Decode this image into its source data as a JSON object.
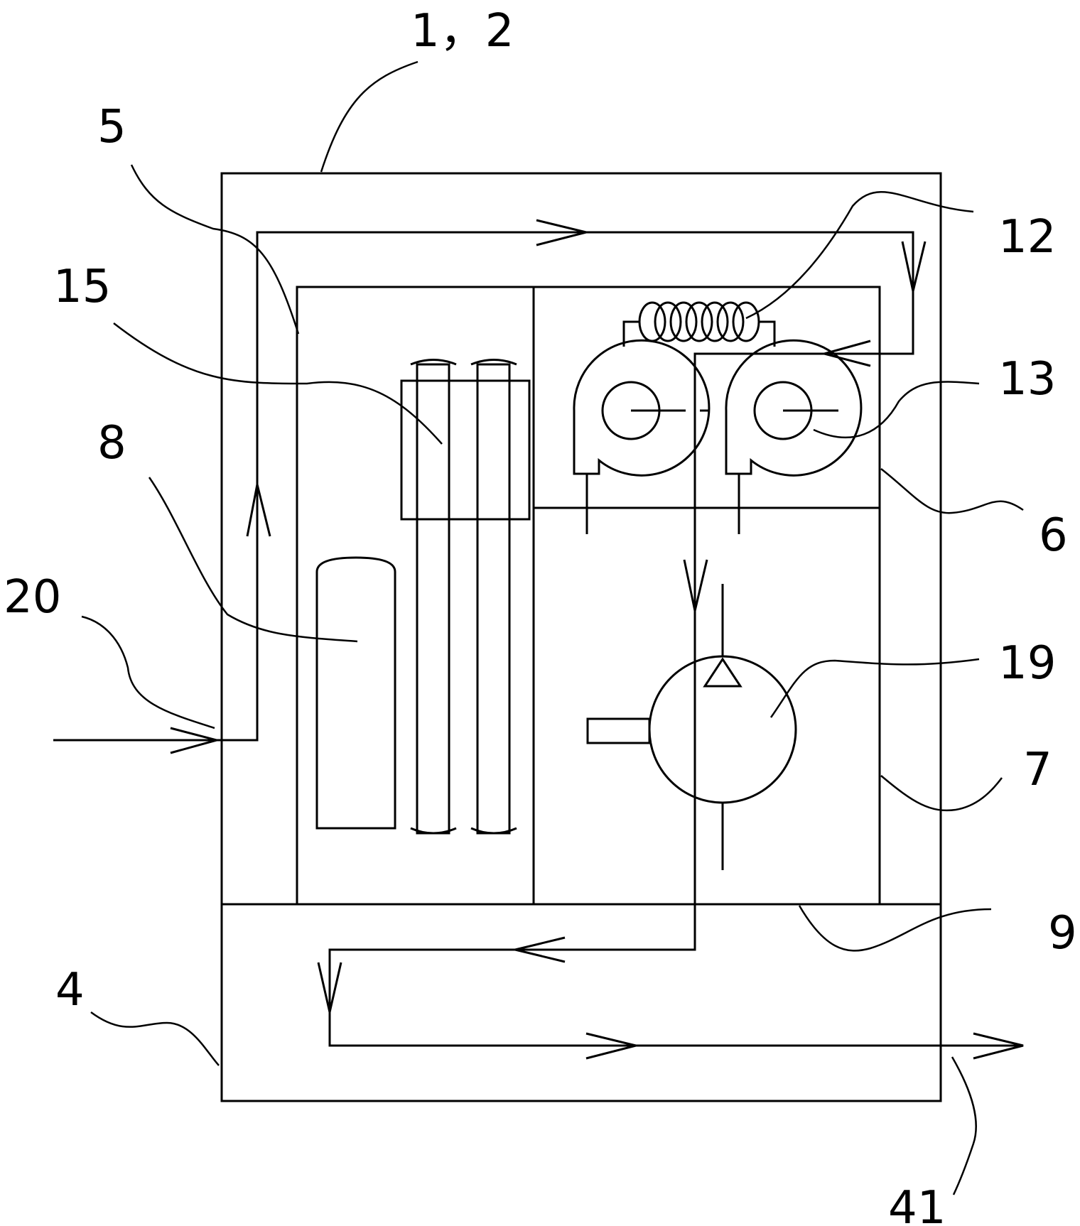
{
  "labels": {
    "l_1_2": "1，2",
    "l_5": "5",
    "l_15": "15",
    "l_8": "8",
    "l_20": "20",
    "l_4": "4",
    "l_12": "12",
    "l_13": "13",
    "l_6": "6",
    "l_19": "19",
    "l_7": "7",
    "l_9": "9",
    "l_41": "41"
  },
  "colors": {
    "stroke": "#000000",
    "background": "#ffffff"
  }
}
